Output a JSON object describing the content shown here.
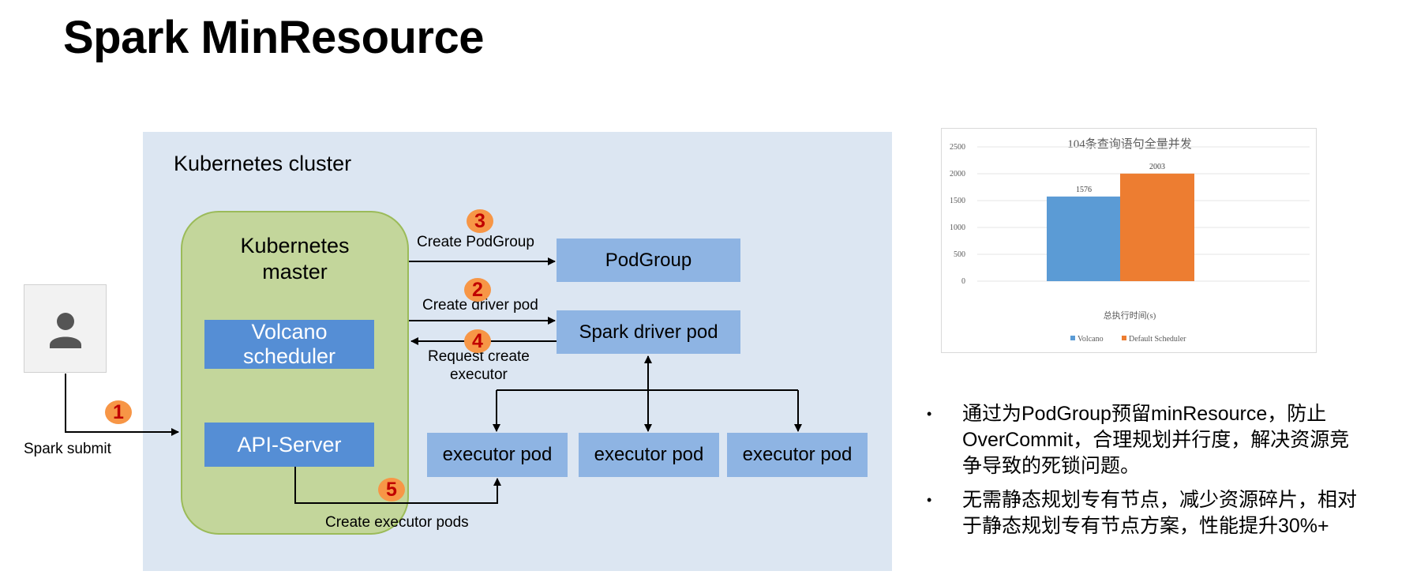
{
  "title": "Spark MinResource",
  "diagram": {
    "cluster_label": "Kubernetes cluster",
    "master_label": "Kubernetes\nmaster",
    "volcano_label": "Volcano\nscheduler",
    "apiserver_label": "API-Server",
    "podgroup_label": "PodGroup",
    "driver_pod_label": "Spark driver pod",
    "executor_pod_labels": [
      "executor pod",
      "executor pod",
      "executor pod"
    ],
    "spark_submit_label": "Spark submit",
    "edge_labels": {
      "create_podgroup": "Create PodGroup",
      "create_driver_pod": "Create driver pod",
      "request_create_executor": "Request create\nexecutor",
      "create_executor_pods": "Create executor pods"
    },
    "steps": [
      "1",
      "2",
      "3",
      "4",
      "5"
    ],
    "icons": {
      "user": "user-avatar-icon"
    }
  },
  "chart_data": {
    "type": "bar",
    "title": "104条查询语句全量并发",
    "xlabel": "总执行时间(s)",
    "ylabel": "",
    "ylim": [
      0,
      2500
    ],
    "yticks": [
      0,
      500,
      1000,
      1500,
      2000,
      2500
    ],
    "categories": [
      "总执行时间(s)"
    ],
    "series": [
      {
        "name": "Volcano",
        "values": [
          1576
        ],
        "color": "#5b9bd5"
      },
      {
        "name": "Default Scheduler",
        "values": [
          2003
        ],
        "color": "#ed7d31"
      }
    ],
    "legend": "bottom",
    "grid": true
  },
  "bullets": [
    "通过为PodGroup预留minResource，防止OverCommit，合理规划并行度，解决资源竞争导致的死锁问题。",
    "无需静态规划专有节点，减少资源碎片，相对于静态规划专有节点方案，性能提升30%+"
  ],
  "colors": {
    "cluster_bg": "#dce6f2",
    "master_bg": "#c3d69b",
    "master_border": "#9bbb59",
    "component_blue": "#558ed5",
    "pod_blue": "#8eb4e3",
    "step_badge": "#f79646",
    "step_number": "#c00000"
  }
}
